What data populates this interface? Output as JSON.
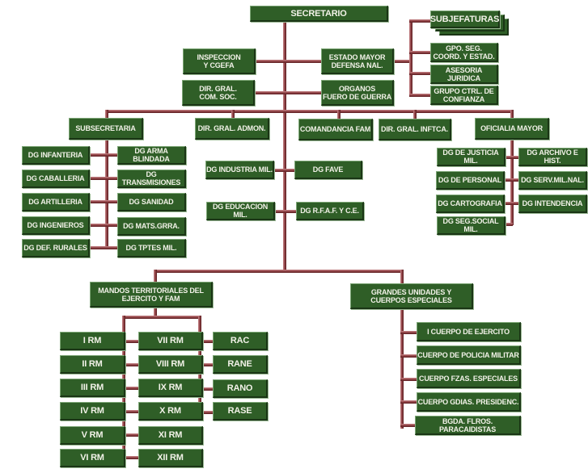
{
  "top": {
    "secretario": "SECRETARIO",
    "inspeccion": "INSPECCION\nY CGEFA",
    "estado_mayor": "ESTADO MAYOR\nDEFENSA NAL.",
    "com_soc": "DIR. GRAL.\nCOM. SOC.",
    "organos": "ORGANOS\nFUERO DE GUERRA"
  },
  "estado_mayor_units": [
    "SUBJEFATURAS",
    "GPO. SEG.\nCOORD. Y ESTAD.",
    "ASESORIA\nJURIDICA",
    "GRUPO CTRL. DE\nCONFIANZA"
  ],
  "second_level": {
    "subsecretaria": "SUBSECRETARIA",
    "admon": "DIR. GRAL. ADMON.",
    "fam": "COMANDANCIA FAM",
    "inftca": "DIR. GRAL. INFTCA.",
    "oficialia": "OFICIALIA MAYOR"
  },
  "subsecretaria_left": [
    "DG INFANTERIA",
    "DG CABALLERIA",
    "DG ARTILLERIA",
    "DG INGENIEROS",
    "DG DEF. RURALES"
  ],
  "subsecretaria_right": [
    "DG ARMA BLINDADA",
    "DG TRANSMISIONES",
    "DG SANIDAD",
    "DG MATS.GRRA.",
    "DG TPTES MIL."
  ],
  "center_units": {
    "industria": "DG INDUSTRIA MIL.",
    "fave": "DG FAVE",
    "educacion": "DG EDUCACION MIL.",
    "rfaf": "DG R.F.A.F. Y C.E."
  },
  "oficialia_left": [
    "DG DE JUSTICIA MIL.",
    "DG DE PERSONAL",
    "DG CARTOGRAFIA",
    "DG SEG.SOCIAL MIL."
  ],
  "oficialia_right": [
    "DG ARCHIVO E HIST.",
    "DG SERV.MIL.NAL.",
    "DG  INTENDENCIA"
  ],
  "mandos": {
    "title": "MANDOS TERRITORIALES DEL\nEJERCITO Y FAM",
    "left": [
      "I RM",
      "II RM",
      "III RM",
      "IV RM",
      "V RM",
      "VI RM"
    ],
    "middle": [
      "VII RM",
      "VIII RM",
      "IX RM",
      "X RM",
      "XI RM",
      "XII RM"
    ],
    "right": [
      "RAC",
      "RANE",
      "RANO",
      "RASE"
    ]
  },
  "grandes": {
    "title": "GRANDES UNIDADES Y\nCUERPOS ESPECIALES",
    "units": [
      "I CUERPO DE EJERCITO",
      "CUERPO DE POLICIA MILITAR",
      "CUERPO FZAS. ESPECIALES",
      "CUERPO GDIAS. PRESIDENC.",
      "BGDA. FLROS. PARACAIDISTAS"
    ]
  }
}
